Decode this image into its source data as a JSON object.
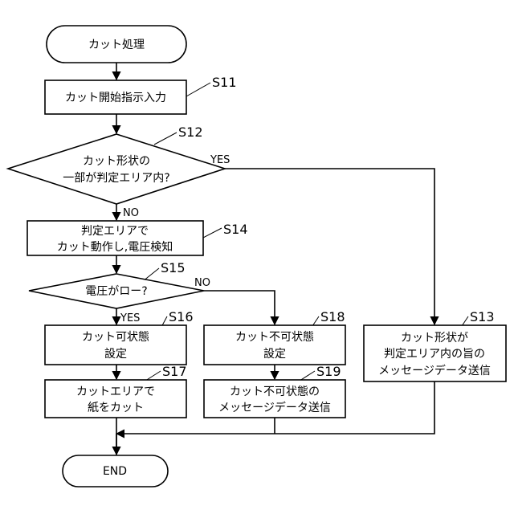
{
  "nodes": {
    "start": {
      "label": "カット処理"
    },
    "s11": {
      "step": "S11",
      "lines": [
        "カット開始指示入力"
      ]
    },
    "s12": {
      "step": "S12",
      "lines": [
        "カット形状の",
        "一部が判定エリア内?"
      ]
    },
    "s14": {
      "step": "S14",
      "lines": [
        "判定エリアで",
        "カット動作し,電圧検知"
      ]
    },
    "s15": {
      "step": "S15",
      "lines": [
        "電圧がロー?"
      ]
    },
    "s16": {
      "step": "S16",
      "lines": [
        "カット可状態",
        "設定"
      ]
    },
    "s17": {
      "step": "S17",
      "lines": [
        "カットエリアで",
        "紙をカット"
      ]
    },
    "s18": {
      "step": "S18",
      "lines": [
        "カット不可状態",
        "設定"
      ]
    },
    "s19": {
      "step": "S19",
      "lines": [
        "カット不可状態の",
        "メッセージデータ送信"
      ]
    },
    "s13": {
      "step": "S13",
      "lines": [
        "カット形状が",
        "判定エリア内の旨の",
        "メッセージデータ送信"
      ]
    },
    "end": {
      "label": "END"
    }
  },
  "branches": {
    "s12_yes": "YES",
    "s12_no": "NO",
    "s15_yes": "YES",
    "s15_no": "NO"
  }
}
